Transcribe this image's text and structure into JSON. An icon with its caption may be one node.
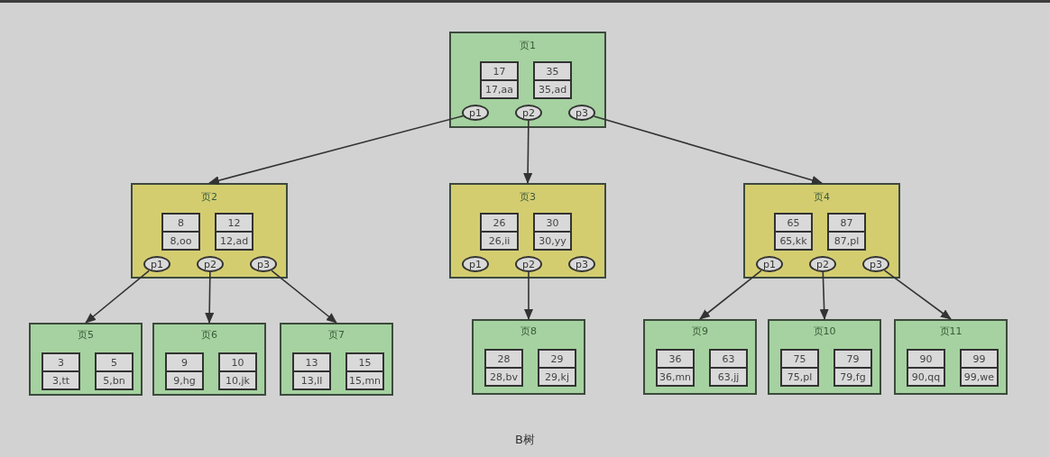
{
  "diagram": {
    "caption": "B树",
    "nodes": [
      {
        "text": [
          "页1"
        ]
      },
      {
        "text": [
          "17",
          "17,aa"
        ],
        "in": 0
      },
      {
        "text": [
          "35",
          "35,ad"
        ],
        "in": 0
      },
      {
        "text": [
          "p1"
        ],
        "in": 0
      },
      {
        "text": [
          "p2"
        ],
        "in": 0
      },
      {
        "text": [
          "p3"
        ],
        "in": 0
      },
      {
        "text": [
          "页2"
        ]
      },
      {
        "text": [
          "8",
          "8,oo"
        ],
        "in": 6
      },
      {
        "text": [
          "12",
          "12,ad"
        ],
        "in": 6
      },
      {
        "text": [
          "p1"
        ],
        "in": 6
      },
      {
        "text": [
          "p2"
        ],
        "in": 6
      },
      {
        "text": [
          "p3"
        ],
        "in": 6
      },
      {
        "text": [
          "页3"
        ]
      },
      {
        "text": [
          "26",
          "26,ii"
        ],
        "in": 12
      },
      {
        "text": [
          "30",
          "30,yy"
        ],
        "in": 12
      },
      {
        "text": [
          "p1"
        ],
        "in": 12
      },
      {
        "text": [
          "p2"
        ],
        "in": 12
      },
      {
        "text": [
          "p3"
        ],
        "in": 12
      },
      {
        "text": [
          "页4"
        ]
      },
      {
        "text": [
          "65",
          "65,kk"
        ],
        "in": 18
      },
      {
        "text": [
          "87",
          "87,pl"
        ],
        "in": 18
      },
      {
        "text": [
          "p1"
        ],
        "in": 18
      },
      {
        "text": [
          "p2"
        ],
        "in": 18
      },
      {
        "text": [
          "p3"
        ],
        "in": 18
      },
      {
        "text": [
          "页5"
        ]
      },
      {
        "text": [
          "3",
          "3,tt"
        ],
        "in": 24
      },
      {
        "text": [
          "5",
          "5,bn"
        ],
        "in": 24
      },
      {
        "text": [
          "页6"
        ]
      },
      {
        "text": [
          "9",
          "9,hg"
        ],
        "in": 27
      },
      {
        "text": [
          "10",
          "10,jk"
        ],
        "in": 27
      },
      {
        "text": [
          "页7"
        ]
      },
      {
        "text": [
          "13",
          "13,ll"
        ],
        "in": 30
      },
      {
        "text": [
          "15",
          "15,mn"
        ],
        "in": 30
      },
      {
        "text": [
          "页8"
        ]
      },
      {
        "text": [
          "28",
          "28,bv"
        ],
        "in": 33
      },
      {
        "text": [
          "29",
          "29,kj"
        ],
        "in": 33
      },
      {
        "text": [
          "页9"
        ]
      },
      {
        "text": [
          "36",
          "36,mn"
        ],
        "in": 36
      },
      {
        "text": [
          "63",
          "63,jj"
        ],
        "in": 36
      },
      {
        "text": [
          "页10"
        ]
      },
      {
        "text": [
          "75",
          "75,pl"
        ],
        "in": 39
      },
      {
        "text": [
          "79",
          "79,fg"
        ],
        "in": 39
      },
      {
        "text": [
          "页11"
        ]
      },
      {
        "text": [
          "90",
          "90,qq"
        ],
        "in": 42
      },
      {
        "text": [
          "99",
          "99,we"
        ],
        "in": 42
      }
    ],
    "edges": [
      {
        "from": 3,
        "to": 6,
        "arrow": "to"
      },
      {
        "from": 4,
        "to": 12,
        "arrow": "to"
      },
      {
        "from": 5,
        "to": 18,
        "arrow": "to"
      },
      {
        "from": 9,
        "to": 24,
        "arrow": "to"
      },
      {
        "from": 10,
        "to": 27,
        "arrow": "to"
      },
      {
        "from": 11,
        "to": 30,
        "arrow": "to"
      },
      {
        "from": 16,
        "to": 33,
        "arrow": "to"
      },
      {
        "from": 21,
        "to": 36,
        "arrow": "to"
      },
      {
        "from": 22,
        "to": 39,
        "arrow": "to"
      },
      {
        "from": 23,
        "to": 42,
        "arrow": "to"
      }
    ]
  }
}
